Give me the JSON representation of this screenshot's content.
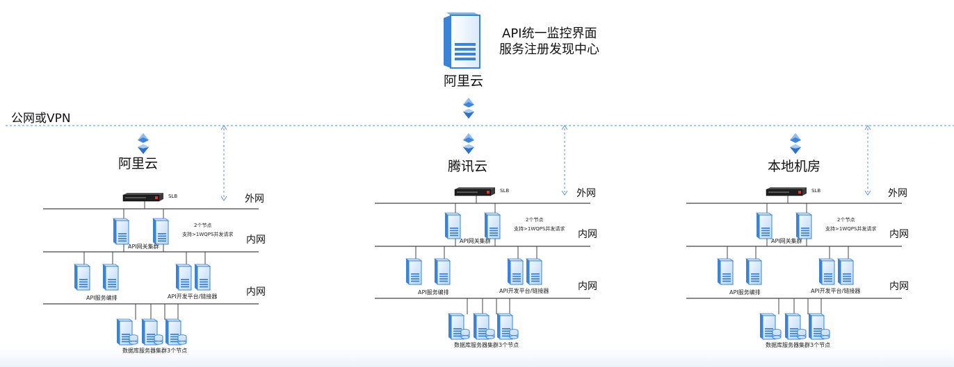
{
  "top": {
    "title_line1": "API统一监控界面",
    "title_line2": "服务注册发现中心",
    "cloud_label": "阿里云"
  },
  "public_network_label": "公网或VPN",
  "sites": [
    {
      "name": "阿里云",
      "slb_label": "SLB",
      "outer_net": "外网",
      "inner_net_1": "内网",
      "inner_net_2": "内网",
      "gateway_cluster": "API网关集群",
      "node_info_line1": "2个节点",
      "node_info_line2": "支持>1WQPS并发请求",
      "orchestration": "API服务编排",
      "dev_platform": "API开发平台/链接器",
      "db_cluster": "数据库服务器集群3个节点"
    },
    {
      "name": "腾讯云",
      "slb_label": "SLB",
      "outer_net": "外网",
      "inner_net_1": "内网",
      "inner_net_2": "内网",
      "gateway_cluster": "API网关集群",
      "node_info_line1": "2个节点",
      "node_info_line2": "支持>1WQPS并发请求",
      "orchestration": "API服务编排",
      "dev_platform": "API开发平台/链接器",
      "db_cluster": "数据库服务器集群3个节点"
    },
    {
      "name": "本地机房",
      "slb_label": "SLB",
      "outer_net": "外网",
      "inner_net_1": "内网",
      "inner_net_2": "内网",
      "gateway_cluster": "API网关集群",
      "node_info_line1": "2个节点",
      "node_info_line2": "支持>1WQPS并发请求",
      "orchestration": "API服务编排",
      "dev_platform": "API开发平台/链接器",
      "db_cluster": "数据库服务器集群3个节点"
    }
  ],
  "colors": {
    "server_light": "#e8f2ff",
    "server_mid": "#a9cdf5",
    "server_dark": "#3a83d6",
    "line": "#444444",
    "dashed": "#5b8fd6"
  },
  "icons": [
    "server-tower-icon",
    "rack-server-icon",
    "server-icon",
    "database-server-icon",
    "diamond-connector-icon"
  ]
}
